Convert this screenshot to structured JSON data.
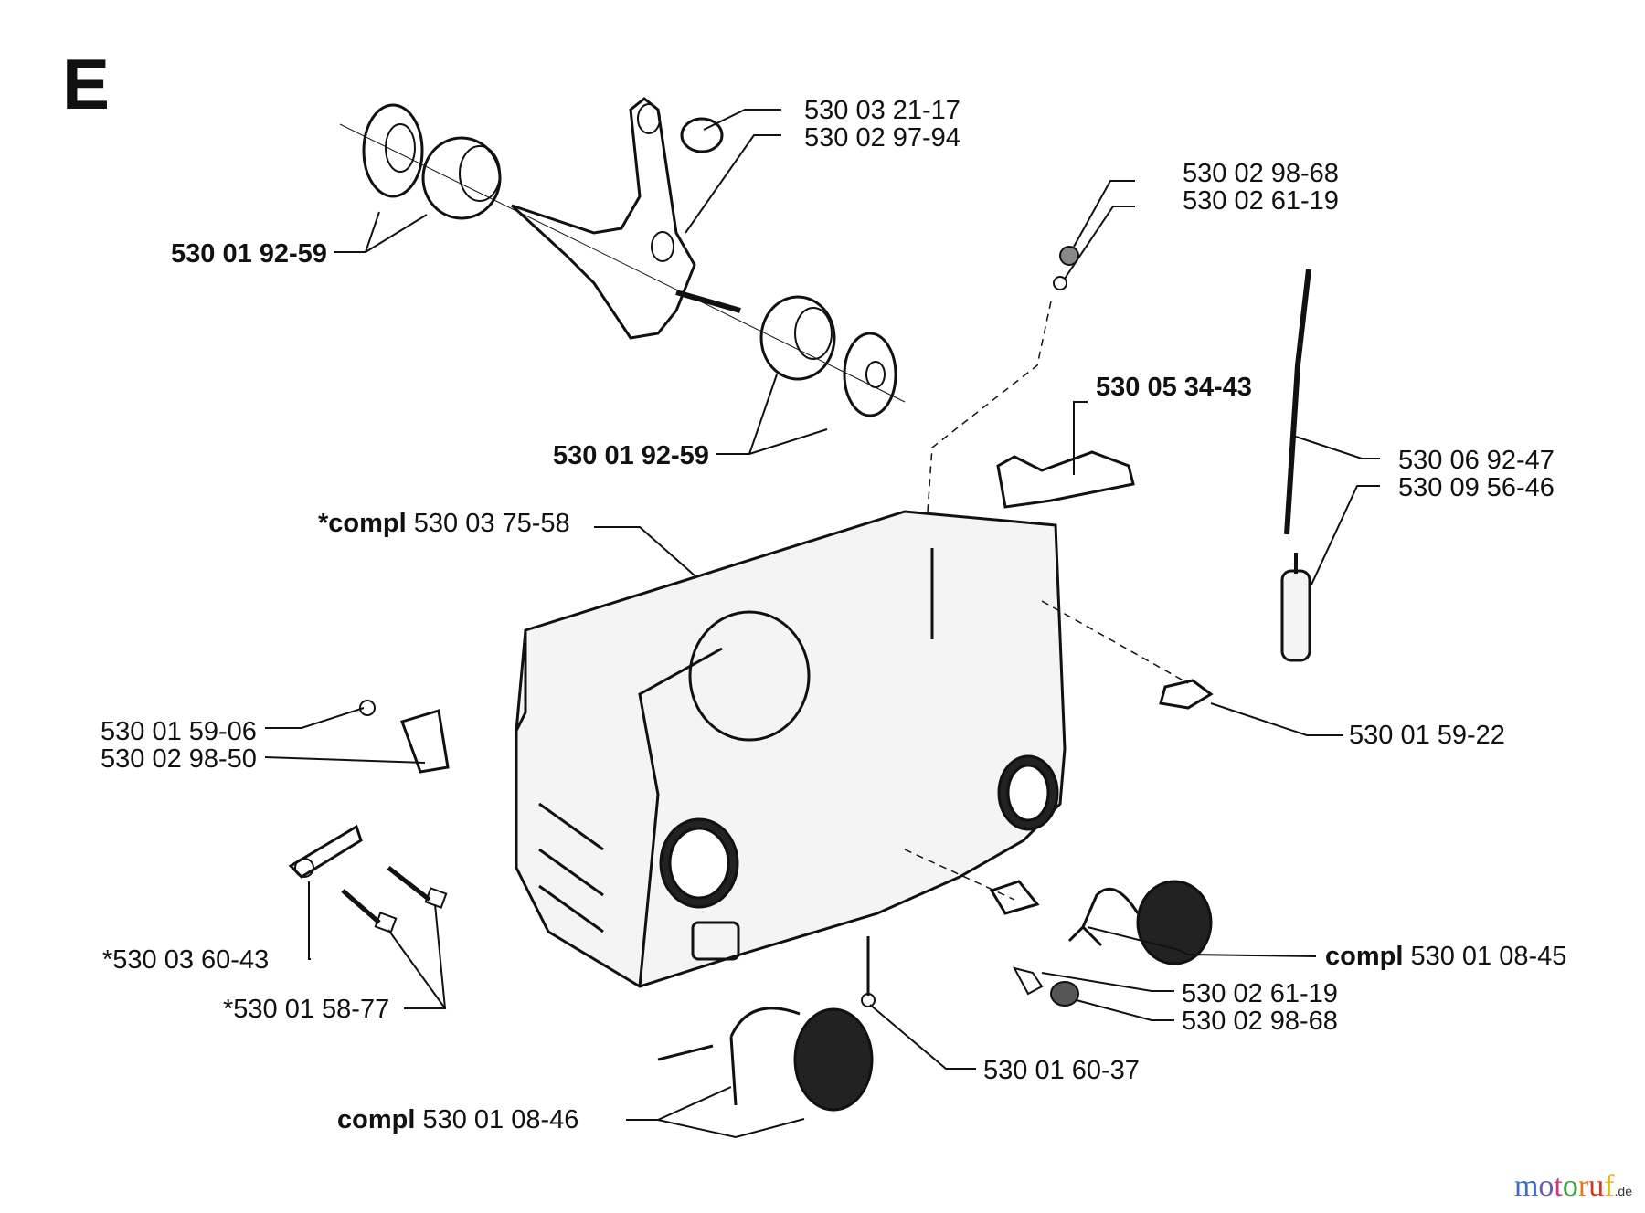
{
  "section_letter": "E",
  "labels": [
    {
      "id": "seal-bearing-top",
      "text": "530 01 92-59",
      "bold": true
    },
    {
      "id": "needle-bearing",
      "text": "530 03 21-17"
    },
    {
      "id": "crankshaft",
      "text": "530 02 97-94"
    },
    {
      "id": "filter-top",
      "text": "530 02 98-68"
    },
    {
      "id": "nipple-top",
      "text": "530 02 61-19"
    },
    {
      "id": "bearing-bottom",
      "text": "530 01 92-59",
      "bold": true
    },
    {
      "id": "bracket",
      "text": "530 05 34-43",
      "bold": true
    },
    {
      "id": "hose",
      "text": "530 06 92-47"
    },
    {
      "id": "fuel-filter",
      "text": "530 09 56-46"
    },
    {
      "id": "crankcase",
      "prefix": "*compl",
      "text": "530 03 75-58"
    },
    {
      "id": "screw-left",
      "text": "530 01 59-06"
    },
    {
      "id": "guide-left",
      "text": "530 02 98-50"
    },
    {
      "id": "clip-right",
      "text": "530 01 59-22"
    },
    {
      "id": "chain-catcher",
      "text": "*530 03 60-43"
    },
    {
      "id": "bolts",
      "text": "*530 01 58-77"
    },
    {
      "id": "cap-right",
      "prefix": "compl",
      "text": "530 01 08-45"
    },
    {
      "id": "nipple-bottom",
      "text": "530 02 61-19"
    },
    {
      "id": "filter-bottom",
      "text": "530 02 98-68"
    },
    {
      "id": "screw-bottom",
      "text": "530 01 60-37"
    },
    {
      "id": "cap-bottom",
      "prefix": "compl",
      "text": "530 01 08-46"
    }
  ],
  "brand": {
    "letters": [
      "m",
      "o",
      "t",
      "o",
      "r",
      "u",
      "f"
    ],
    "colors": [
      "#3a6ec9",
      "#6a5bb0",
      "#d8307a",
      "#3aa23a",
      "#e07a1e",
      "#d6352a",
      "#e9b012"
    ],
    "suffix": ".de"
  }
}
